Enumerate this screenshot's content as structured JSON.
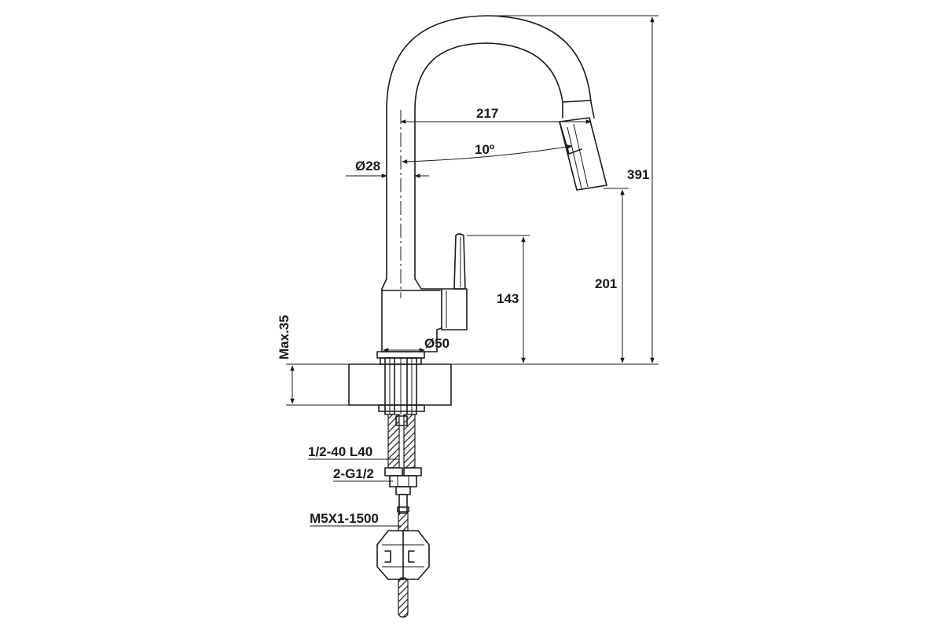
{
  "drawing": {
    "dim_spout_reach": "217",
    "dim_angle": "10º",
    "dim_spout_diameter": "Ø28",
    "dim_total_height": "391",
    "dim_outlet_height": "201",
    "dim_lever_height": "143",
    "dim_body_diameter": "Ø50",
    "dim_max_deck": "Max.35",
    "label_hose": "1/2-40 L40",
    "label_connector": "2-G1/2",
    "label_pullout_hose": "M5X1-1500"
  }
}
